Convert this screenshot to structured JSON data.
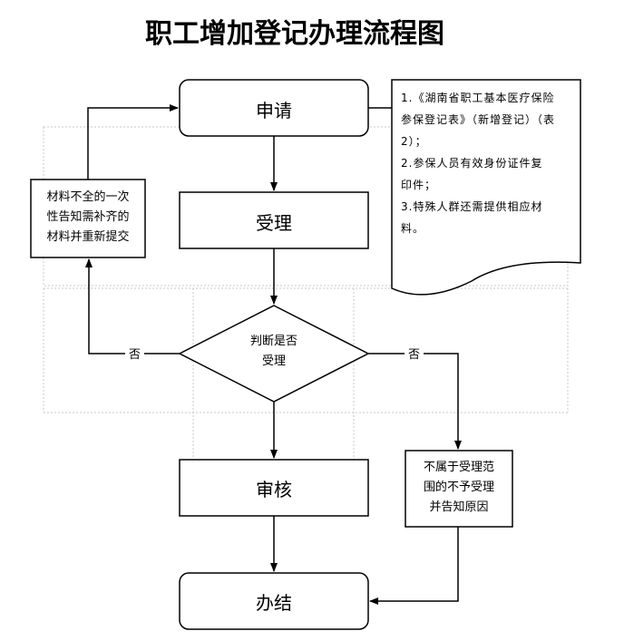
{
  "title": "职工增加登记办理流程图",
  "nodes": {
    "apply": "申请",
    "accept": "受理",
    "decision_line1": "判断是否",
    "decision_line2": "受理",
    "review": "审核",
    "finish": "办结",
    "incomplete_line1": "材料不全的一次",
    "incomplete_line2": "性告知需补齐的",
    "incomplete_line3": "材料并重新提交",
    "reject_line1": "不属于受理范",
    "reject_line2": "围的不予受理",
    "reject_line3": "并告知原因"
  },
  "edges": {
    "no_left": "否",
    "no_right": "否"
  },
  "note": {
    "line1": "1.《湖南省职工基本医疗保险",
    "line2": "参保登记表》（新增登记）（表",
    "line3": "2）；",
    "line4": "2.参保人员有效身份证件复",
    "line5": "印件；",
    "line6": "3.特殊人群还需提供相应材",
    "line7": "料。"
  }
}
